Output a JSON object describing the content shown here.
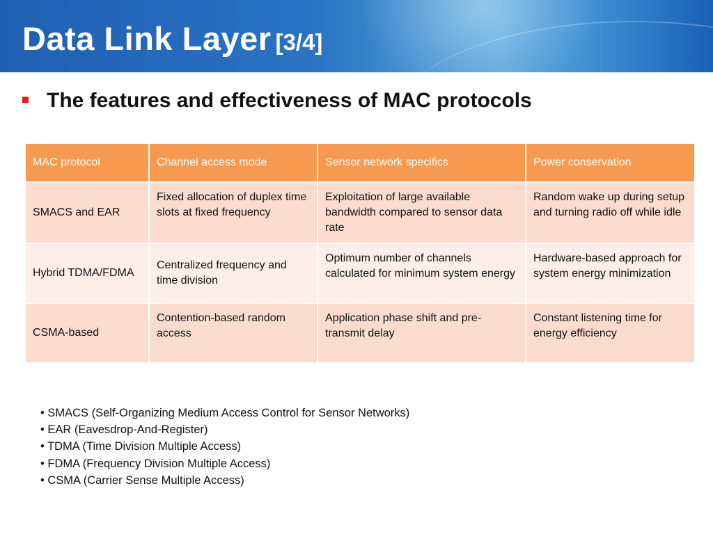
{
  "slide": {
    "title": "Data Link Layer",
    "title_suffix": "[3/4]",
    "bullet": "The features and effectiveness of MAC protocols"
  },
  "table": {
    "headers": [
      "MAC protocol",
      "Channel access mode",
      "Sensor network specifics",
      "Power conservation"
    ],
    "rows": [
      [
        "SMACS and EAR",
        "Fixed allocation of duplex time slots at fixed frequency",
        "Exploitation of large available bandwidth compared to sensor data rate",
        "Random wake up during setup and turning radio off while idle"
      ],
      [
        "Hybrid TDMA/FDMA",
        "Centralized frequency and time division",
        "Optimum number of channels calculated for minimum system energy",
        "Hardware-based approach for system energy minimization"
      ],
      [
        "CSMA-based",
        "Contention-based random access",
        "Application phase shift and pre-transmit delay",
        "Constant listening time for energy efficiency"
      ]
    ]
  },
  "footnotes": [
    "• SMACS (Self-Organizing Medium Access Control for Sensor Networks)",
    "• EAR (Eavesdrop-And-Register)",
    "• TDMA (Time Division Multiple Access)",
    "• FDMA (Frequency Division Multiple Access)",
    "• CSMA (Carrier Sense Multiple Access)"
  ],
  "colors": {
    "header_blue": "#2a74c4",
    "table_header": "#f79a4f",
    "row_odd": "#fbdccf",
    "row_even": "#fdeee8",
    "bullet_red": "#e8191a"
  }
}
